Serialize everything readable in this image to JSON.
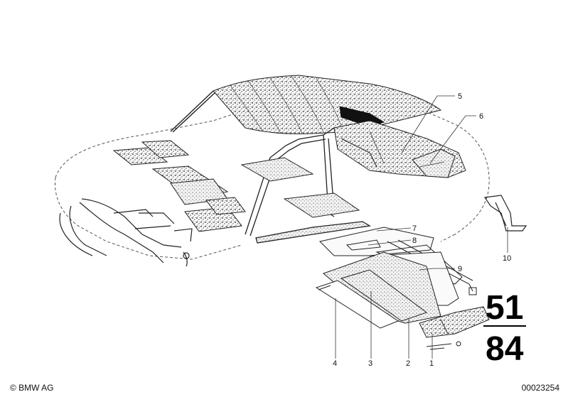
{
  "callouts": [
    "1",
    "2",
    "3",
    "4",
    "5",
    "6",
    "7",
    "8",
    "9",
    "10"
  ],
  "group_top": "51",
  "group_bottom": "84",
  "copyright": "© BMW AG",
  "image_id": "00023254"
}
